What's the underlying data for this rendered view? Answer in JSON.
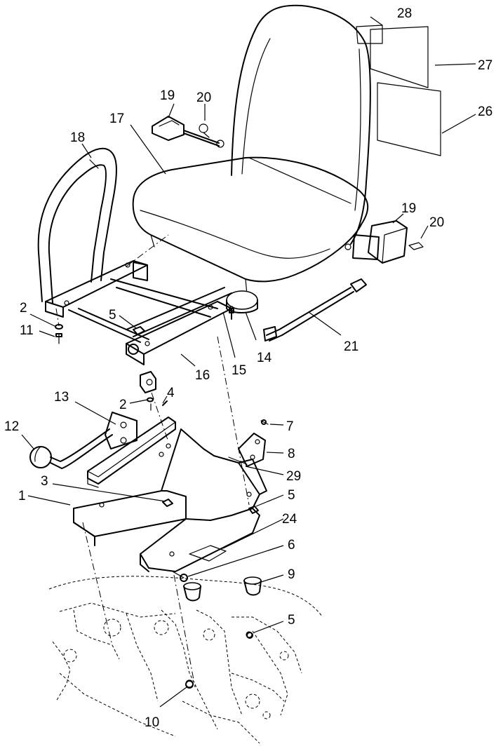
{
  "callouts": [
    {
      "id": "c28",
      "label": "28"
    },
    {
      "id": "c27",
      "label": "27"
    },
    {
      "id": "c26",
      "label": "26"
    },
    {
      "id": "c19a",
      "label": "19"
    },
    {
      "id": "c20a",
      "label": "20"
    },
    {
      "id": "c17",
      "label": "17"
    },
    {
      "id": "c18",
      "label": "18"
    },
    {
      "id": "c19b",
      "label": "19"
    },
    {
      "id": "c20b",
      "label": "20"
    },
    {
      "id": "c2a",
      "label": "2"
    },
    {
      "id": "c11",
      "label": "11"
    },
    {
      "id": "c5a",
      "label": "5"
    },
    {
      "id": "c15",
      "label": "15"
    },
    {
      "id": "c14",
      "label": "14"
    },
    {
      "id": "c21",
      "label": "21"
    },
    {
      "id": "c16",
      "label": "16"
    },
    {
      "id": "c13",
      "label": "13"
    },
    {
      "id": "c2b",
      "label": "2"
    },
    {
      "id": "c4",
      "label": "4"
    },
    {
      "id": "c7",
      "label": "7"
    },
    {
      "id": "c12",
      "label": "12"
    },
    {
      "id": "c8",
      "label": "8"
    },
    {
      "id": "c29",
      "label": "29"
    },
    {
      "id": "c3",
      "label": "3"
    },
    {
      "id": "c1",
      "label": "1"
    },
    {
      "id": "c5b",
      "label": "5"
    },
    {
      "id": "c24",
      "label": "24"
    },
    {
      "id": "c6",
      "label": "6"
    },
    {
      "id": "c9",
      "label": "9"
    },
    {
      "id": "c5c",
      "label": "5"
    },
    {
      "id": "c10",
      "label": "10"
    }
  ]
}
